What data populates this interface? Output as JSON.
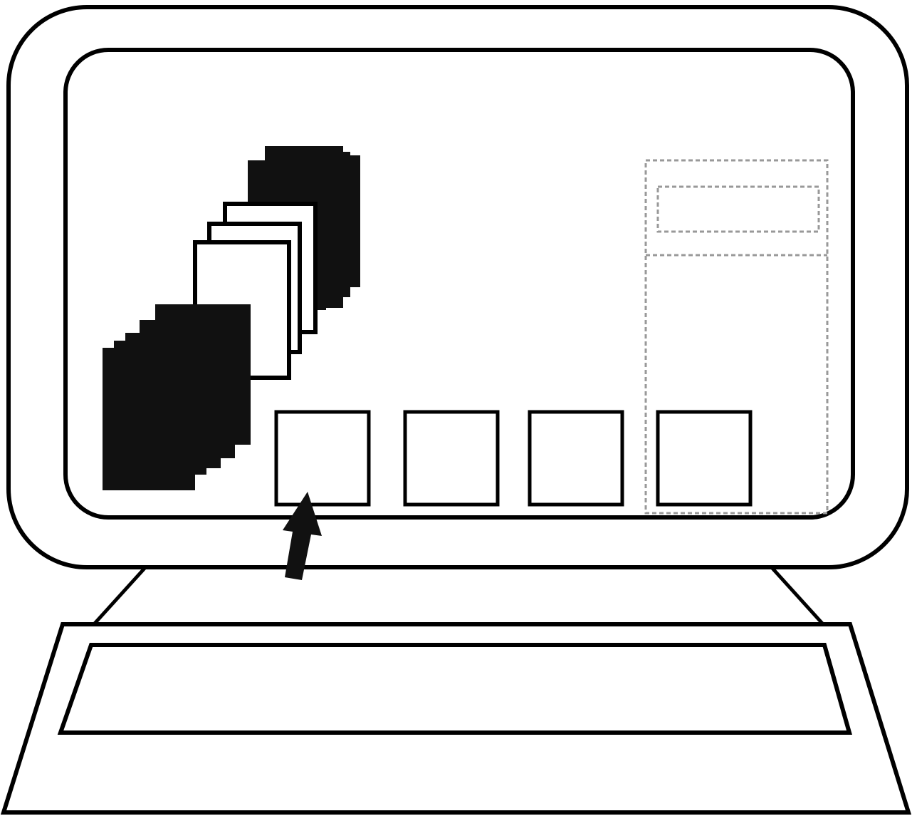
{
  "illustration": {
    "subject": "computer-monitor-with-keyboard",
    "line_color": "#000000",
    "fill_color": "#ffffff",
    "dark_fill_color": "#111111",
    "dashed_panel_color": "#999999"
  },
  "screen": {
    "document_stacks": [
      {
        "name": "dark-stack-bottom-left",
        "style": "dark",
        "sheet_count": 7
      },
      {
        "name": "white-stack-center",
        "style": "white",
        "sheet_count": 3
      },
      {
        "name": "dark-stack-top",
        "style": "dark",
        "sheet_count": 5
      }
    ],
    "target_boxes_count": 4,
    "side_panel": {
      "style": "dashed",
      "has_header_field": true
    },
    "pointer": {
      "icon": "arrow-up-icon",
      "points_to_box": 1
    }
  }
}
